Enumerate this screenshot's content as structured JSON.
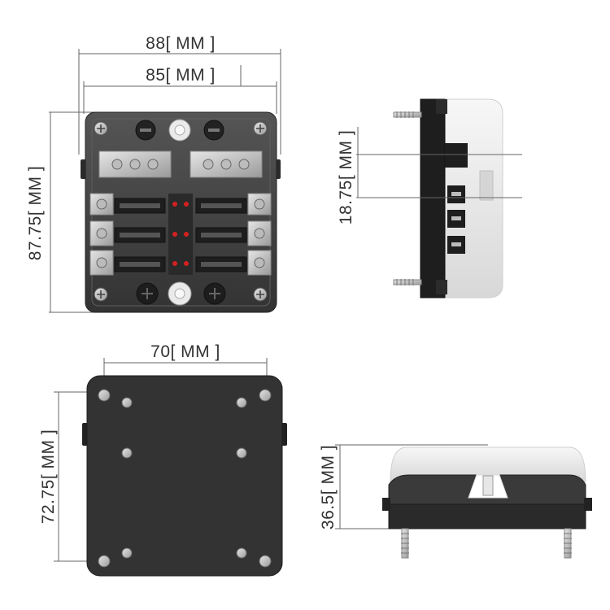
{
  "dimensions": {
    "width_outer": "88[ MM ]",
    "width_inner": "85[ MM ]",
    "height_front": "87.75[ MM ]",
    "pitch_side": "18.75[ MM ]",
    "hole_span": "70[ MM ]",
    "height_back": "72.75[ MM ]",
    "depth": "36.5[ MM ]"
  },
  "colors": {
    "body": "#3a3a3a",
    "base_dark": "#2a2a2a",
    "terminal": "#c8c8c8",
    "led": "#d32020",
    "cover": "#e8e8e8"
  }
}
